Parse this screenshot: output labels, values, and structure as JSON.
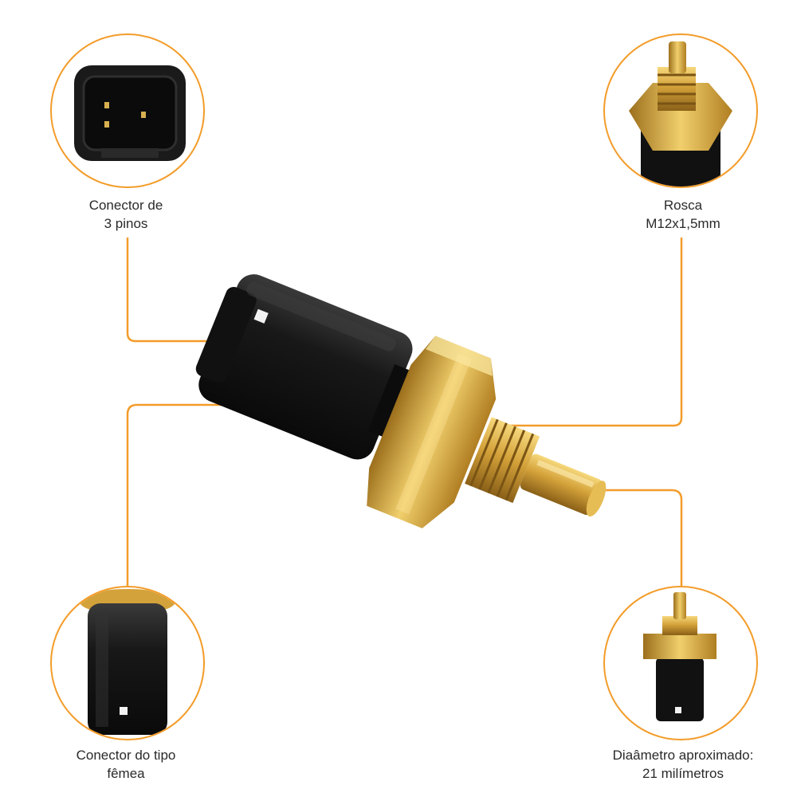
{
  "colors": {
    "accent": "#f39c2a",
    "brass": "#d4a23a",
    "connector": "#141414",
    "text": "#2a2a2a"
  },
  "callouts": {
    "top_left": {
      "line1": "Conector de",
      "line2": "3 pinos"
    },
    "top_right": {
      "line1": "Rosca",
      "line2": "M12x1,5mm"
    },
    "bottom_left": {
      "line1": "Conector do tipo",
      "line2": "fêmea"
    },
    "bottom_right": {
      "line1": "Diaâmetro aproximado:",
      "line2": "21 milímetros"
    }
  }
}
